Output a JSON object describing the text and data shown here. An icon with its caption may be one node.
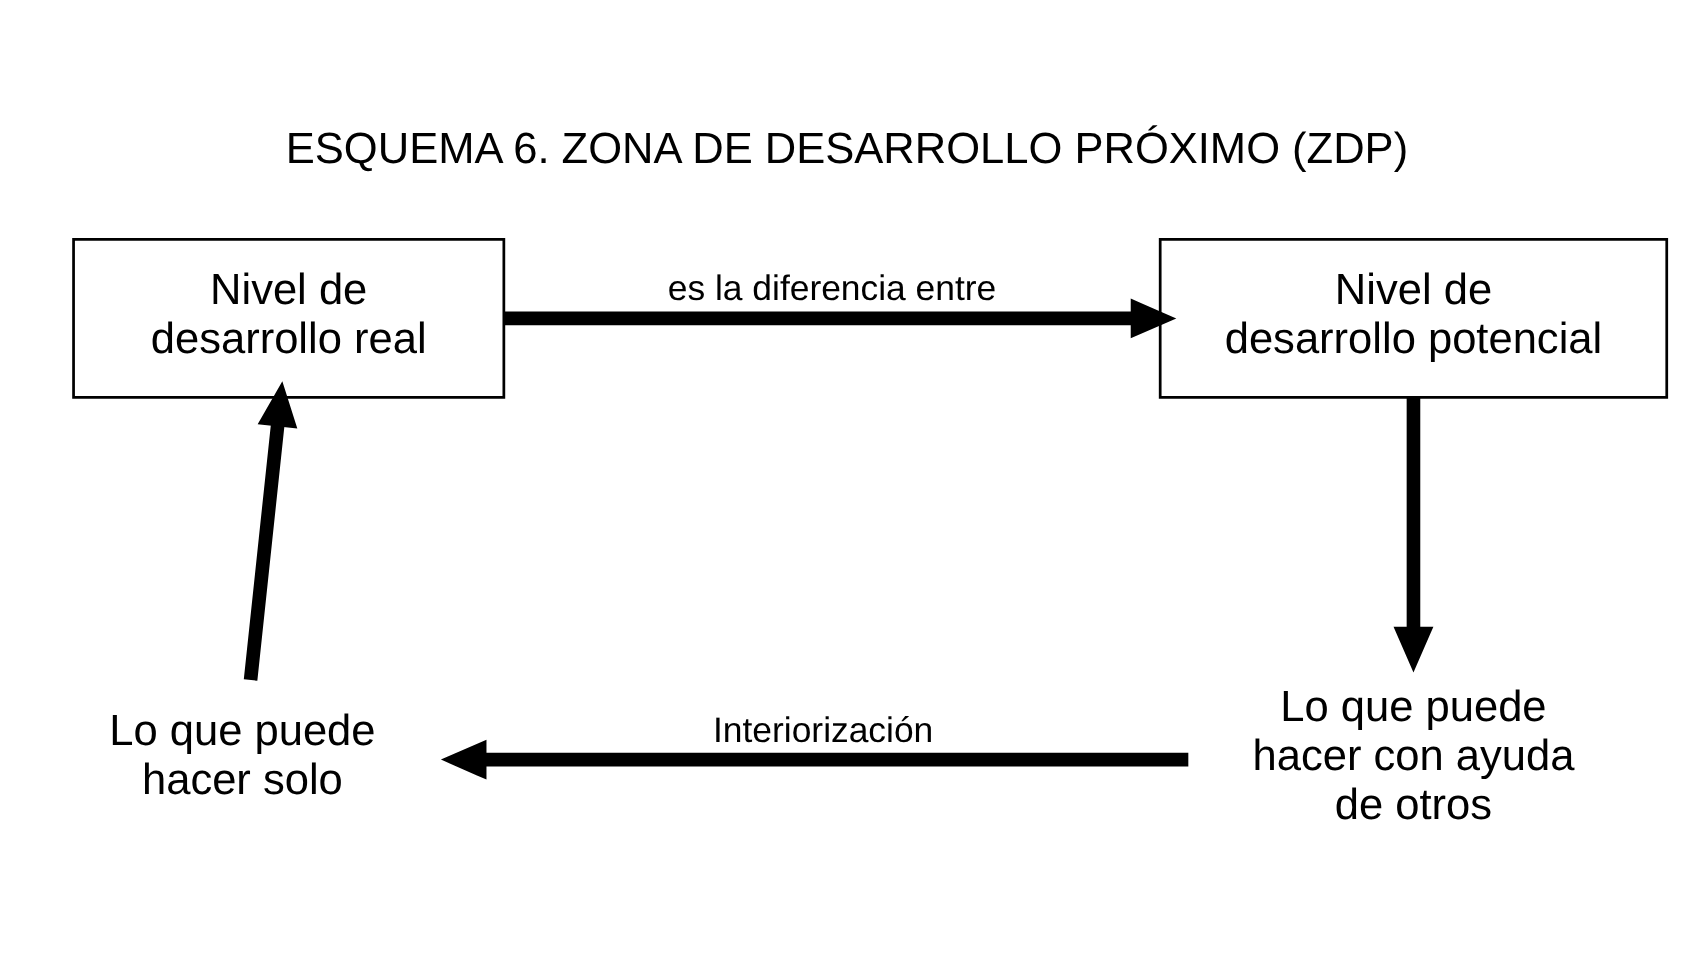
{
  "diagram": {
    "title": "ESQUEMA 6. ZONA DE DESARROLLO PRÓXIMO (ZDP)",
    "nodes": [
      {
        "text": [
          "Nivel de desarrollo real"
        ]
      },
      {
        "text": [
          "Nivel de desarrollo potencial"
        ]
      },
      {
        "text": [
          "Lo que puede hacer solo"
        ]
      },
      {
        "text": [
          "Lo que puede hacer con ayuda de otros"
        ]
      }
    ],
    "edges": [
      {
        "from": 0,
        "to": 1,
        "arrow": "to",
        "label": "es la diferencia entre"
      },
      {
        "from": 1,
        "to": 3,
        "arrow": "to"
      },
      {
        "from": 3,
        "to": 2,
        "arrow": "to",
        "label": "Interiorización"
      },
      {
        "from": 2,
        "to": 0,
        "arrow": "to"
      }
    ]
  }
}
